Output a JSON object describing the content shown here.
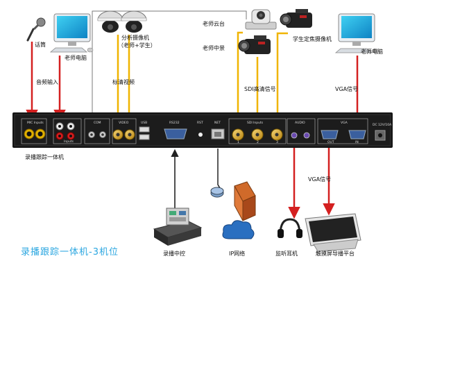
{
  "title": "录播跟踪一体机-3机位",
  "devices": {
    "microphone": "话筒",
    "teacher_pc_left": "老师电脑",
    "split_camera_line1": "分析摄像机",
    "split_camera_line2": "（老师+学生）",
    "teacher_ptz": "老师云台",
    "teacher_medium": "老师中景",
    "student_fixed_camera": "学生定焦摄像机",
    "teacher_pc_right": "老师电脑",
    "main_unit": "录播跟踪一体机",
    "central_control": "录播中控",
    "ip_network": "IP网络",
    "headphones": "监听耳机",
    "touch_platform": "触摸屏导播平台"
  },
  "signals": {
    "audio_in": "音频输入",
    "sd_video": "标清视频",
    "sdi_hd": "SDI高清信号",
    "vga_in": "VGA信号",
    "vga_out": "VGA信号"
  },
  "panel": {
    "mic_inputs": "MIC Inputs",
    "line_inputs": "Inputs",
    "com": "COM",
    "video": "VIDEO",
    "usb": "USB",
    "rs232": "RS232",
    "rst": "RST",
    "net": "NET",
    "sdi_inputs": "SDI Inputs",
    "audio": "AUDIO",
    "vga": "VGA",
    "out": "OUT",
    "in": "IN",
    "power": "DC 12V/10A",
    "port_numbers": [
      "1",
      "2",
      "3"
    ]
  },
  "colors": {
    "signal_arrow": "#d42020",
    "control_line": "#222222",
    "panel": "#111111",
    "title": "#2aa6e0",
    "bnc": "#d8a21a"
  }
}
